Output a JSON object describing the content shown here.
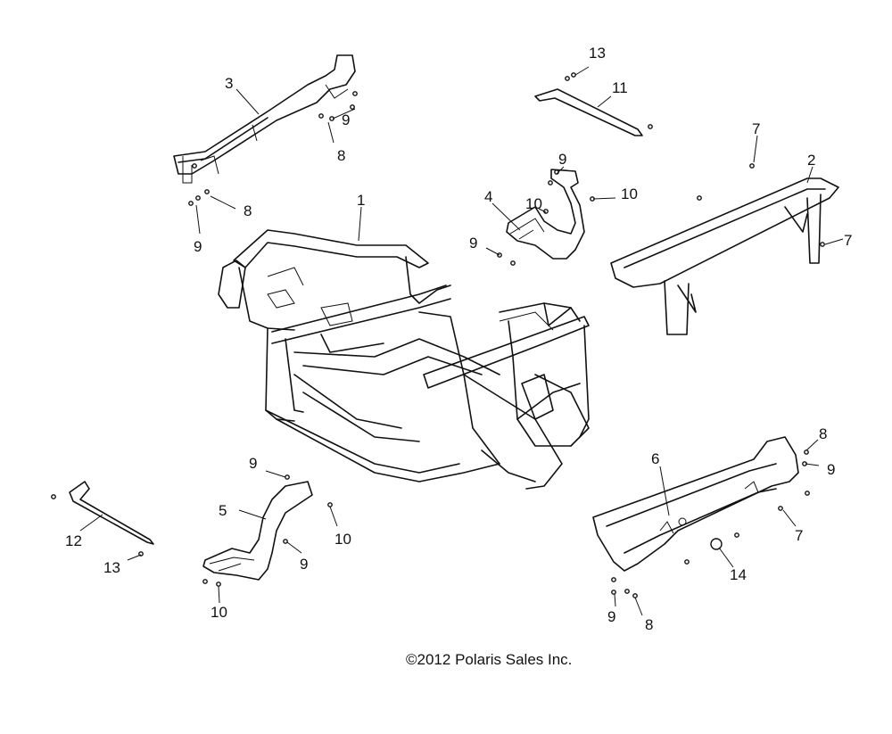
{
  "callouts": [
    {
      "id": "c1",
      "label": "1"
    },
    {
      "id": "c2",
      "label": "2"
    },
    {
      "id": "c3",
      "label": "3"
    },
    {
      "id": "c4",
      "label": "4"
    },
    {
      "id": "c5",
      "label": "5"
    },
    {
      "id": "c6",
      "label": "6"
    },
    {
      "id": "c7a",
      "label": "7"
    },
    {
      "id": "c7b",
      "label": "7"
    },
    {
      "id": "c7c",
      "label": "7"
    },
    {
      "id": "c8a",
      "label": "8"
    },
    {
      "id": "c8b",
      "label": "8"
    },
    {
      "id": "c8c",
      "label": "8"
    },
    {
      "id": "c8d",
      "label": "8"
    },
    {
      "id": "c9a",
      "label": "9"
    },
    {
      "id": "c9b",
      "label": "9"
    },
    {
      "id": "c9c",
      "label": "9"
    },
    {
      "id": "c9d",
      "label": "9"
    },
    {
      "id": "c9e",
      "label": "9"
    },
    {
      "id": "c9f",
      "label": "9"
    },
    {
      "id": "c9g",
      "label": "9"
    },
    {
      "id": "c9h",
      "label": "9"
    },
    {
      "id": "c10a",
      "label": "10"
    },
    {
      "id": "c10b",
      "label": "10"
    },
    {
      "id": "c10c",
      "label": "10"
    },
    {
      "id": "c10d",
      "label": "10"
    },
    {
      "id": "c11",
      "label": "11"
    },
    {
      "id": "c12",
      "label": "12"
    },
    {
      "id": "c13a",
      "label": "13"
    },
    {
      "id": "c13b",
      "label": "13"
    },
    {
      "id": "c14",
      "label": "14"
    }
  ],
  "copyright": "©2012 Polaris Sales Inc."
}
